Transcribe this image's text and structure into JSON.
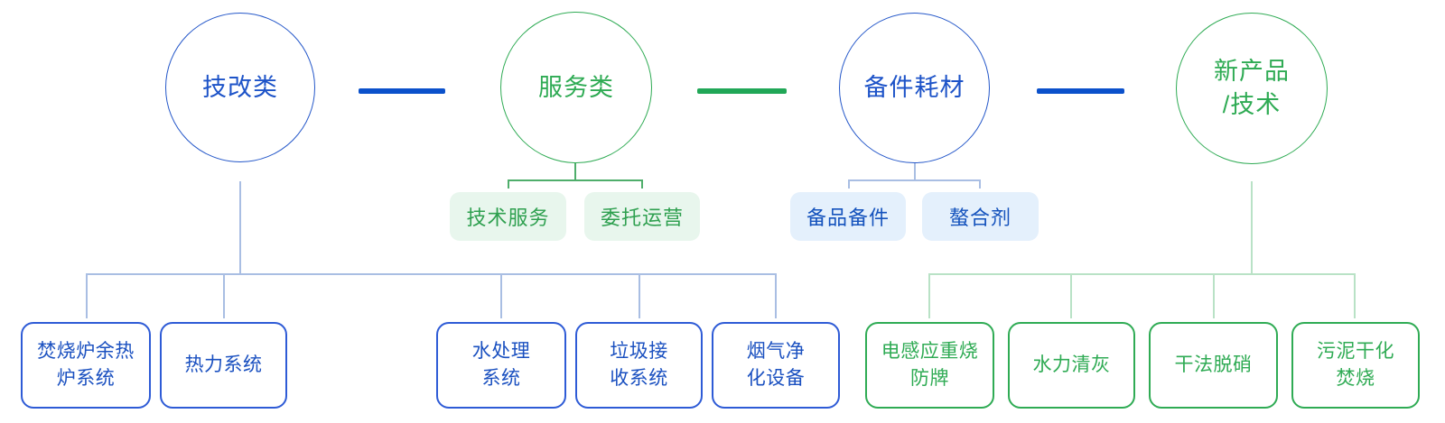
{
  "diagram": {
    "categories": [
      {
        "label": "技改类",
        "color": "#1d53c8"
      },
      {
        "label": "服务类",
        "color": "#2fab54"
      },
      {
        "label": "备件耗材",
        "color": "#1d53c8"
      },
      {
        "label": "新产品\n/技术",
        "color": "#2fab54"
      }
    ],
    "mid_items": [
      {
        "label": "技术服务",
        "parent": "服务类",
        "color": "#2fa050"
      },
      {
        "label": "委托运营",
        "parent": "服务类",
        "color": "#2fa050"
      },
      {
        "label": "备品备件",
        "parent": "备件耗材",
        "color": "#1553bd"
      },
      {
        "label": "螯合剂",
        "parent": "备件耗材",
        "color": "#1553bd"
      }
    ],
    "leaf_items": [
      {
        "label": "焚烧炉余热\n炉系统",
        "parent": "技改类",
        "color": "#1a50c0"
      },
      {
        "label": "热力系统",
        "parent": "技改类",
        "color": "#1a50c0"
      },
      {
        "label": "水处理\n系统",
        "parent": "技改类",
        "color": "#1a50c0"
      },
      {
        "label": "垃圾接\n收系统",
        "parent": "技改类",
        "color": "#1a50c0"
      },
      {
        "label": "烟气净\n化设备",
        "parent": "技改类",
        "color": "#1a50c0"
      },
      {
        "label": "电感应重烧\n防牌",
        "parent": "新产品/技术",
        "color": "#2fab54"
      },
      {
        "label": "水力清灰",
        "parent": "新产品/技术",
        "color": "#2fab54"
      },
      {
        "label": "干法脱硝",
        "parent": "新产品/技术",
        "color": "#2fab54"
      },
      {
        "label": "污泥干化\n焚烧",
        "parent": "新产品/技术",
        "color": "#2fab54"
      }
    ],
    "colors": {
      "blue": "#1d53c8",
      "green": "#2fab54",
      "blue_link_line": "#0b51cb",
      "green_link_line": "#21a757",
      "light_blue_chip_bg": "#e4f0fc",
      "light_green_chip_bg": "#e8f6ed",
      "thin_connector_blue": "#a9bee3",
      "thin_connector_green_light": "#b9e2c6",
      "thin_connector_green": "#4fae6b"
    }
  }
}
